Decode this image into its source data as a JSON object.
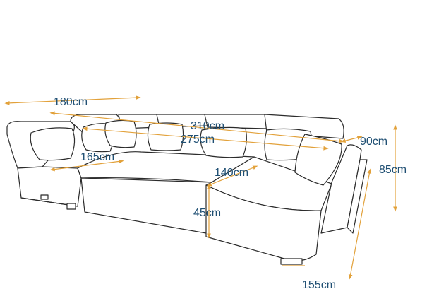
{
  "dimensions": {
    "total_width": "180cm",
    "arm_section": "165cm",
    "back_length": "310cm",
    "seat_length": "275cm",
    "chaise_width": "140cm",
    "chaise_depth": "90cm",
    "height": "85cm",
    "seat_height": "45cm",
    "chaise_length": "155cm"
  },
  "colors": {
    "label": "#1f4f73",
    "dimension_line": "#e2a13a",
    "outline": "#2b2b2b"
  }
}
